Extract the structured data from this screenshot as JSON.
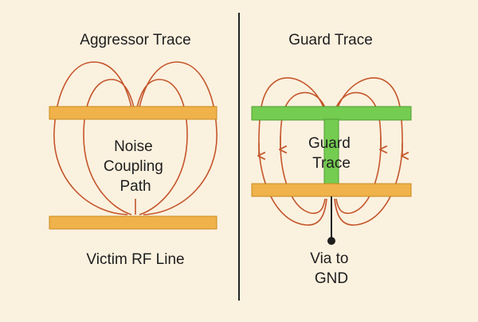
{
  "left_panel": {
    "title": "Aggressor Trace",
    "center_label": [
      "Noise",
      "Coupling",
      "Path"
    ],
    "bottom_label": "Victim RF Line"
  },
  "right_panel": {
    "title": "Guard Trace",
    "center_label": [
      "Guard",
      "Trace"
    ],
    "bottom_label": [
      "Via to",
      "GND"
    ]
  },
  "colors": {
    "background": "#fbf1df",
    "trace_fill": "#f0b24a",
    "trace_stroke": "#c98a1e",
    "guard_fill": "#74cc50",
    "guard_stroke": "#4f9e32",
    "field_lines": "#c4562c",
    "divider": "#222222"
  }
}
